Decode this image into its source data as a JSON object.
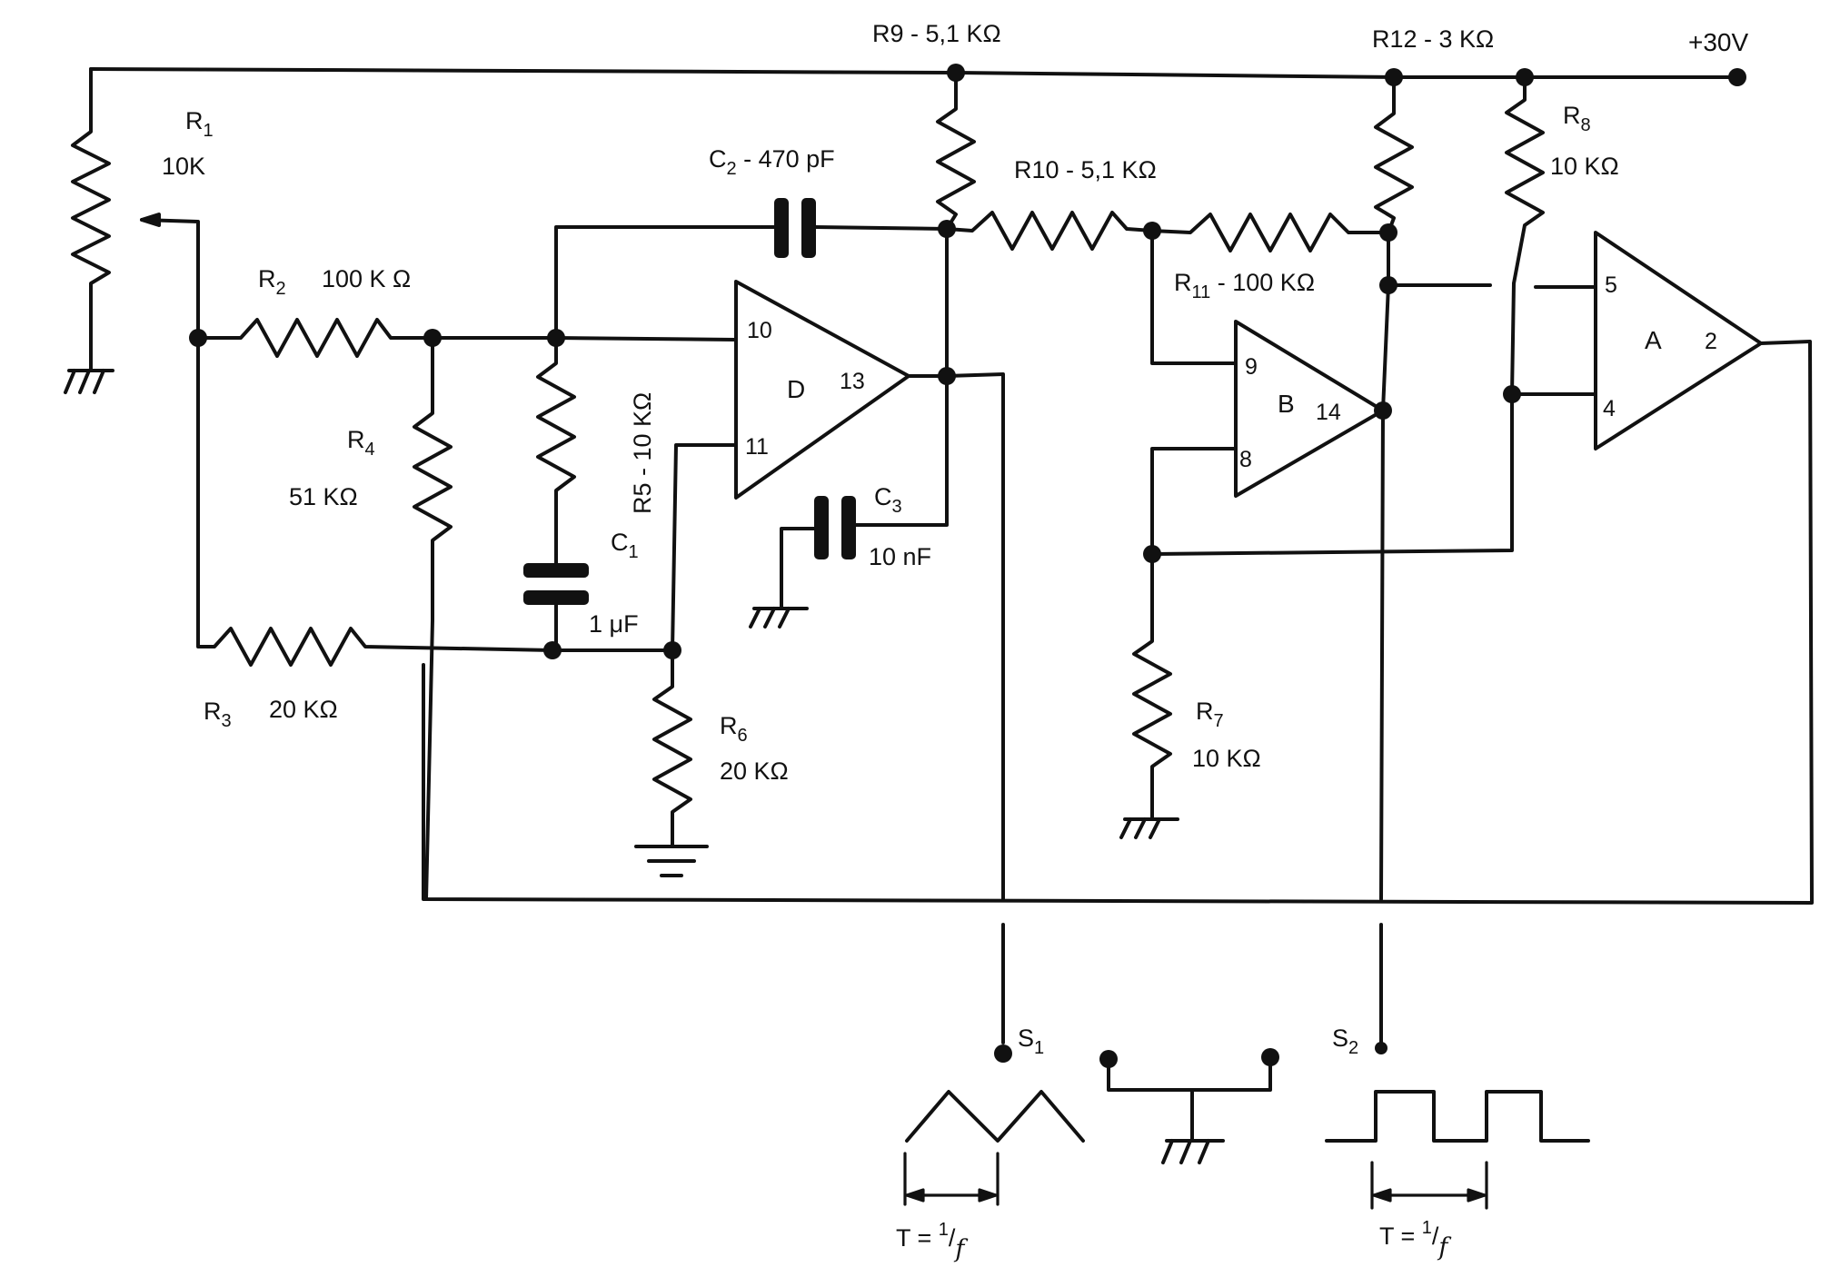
{
  "supply": {
    "label": "+30V"
  },
  "r1": {
    "name": "R",
    "sub": "1",
    "value": "10K"
  },
  "r2": {
    "name": "R",
    "sub": "2",
    "value": "100 K Ω"
  },
  "r3": {
    "name": "R",
    "sub": "3",
    "value": "20 KΩ"
  },
  "r4": {
    "name": "R",
    "sub": "4",
    "value": "51 KΩ"
  },
  "r5": {
    "label": "R5 - 10 KΩ"
  },
  "r6": {
    "name": "R",
    "sub": "6",
    "value": "20 KΩ"
  },
  "r7": {
    "name": "R",
    "sub": "7",
    "value": "10 KΩ"
  },
  "r8": {
    "name": "R",
    "sub": "8",
    "value": "10 KΩ"
  },
  "r9": {
    "label": "R9 - 5,1 KΩ"
  },
  "r10": {
    "label": "R10 - 5,1 KΩ"
  },
  "r11": {
    "name": "R",
    "sub": "11",
    "value": " - 100 KΩ"
  },
  "r12": {
    "label": "R12 - 3 KΩ"
  },
  "c1": {
    "name": "C",
    "sub": "1",
    "value": "1 μF"
  },
  "c2": {
    "name": "C",
    "sub": "2",
    "value": " - 470 pF"
  },
  "c3": {
    "name": "C",
    "sub": "3",
    "value": "10 nF"
  },
  "amp_d": {
    "label": "D",
    "pins": [
      "10",
      "11",
      "13"
    ]
  },
  "amp_b": {
    "label": "B",
    "pins": [
      "9",
      "8",
      "14"
    ]
  },
  "amp_a": {
    "label": "A",
    "pins": [
      "5",
      "4",
      "2"
    ]
  },
  "s1": {
    "name": "S",
    "sub": "1"
  },
  "s2": {
    "name": "S",
    "sub": "2"
  },
  "period": {
    "prefix": "T = ",
    "num": "1",
    "den": "f"
  }
}
